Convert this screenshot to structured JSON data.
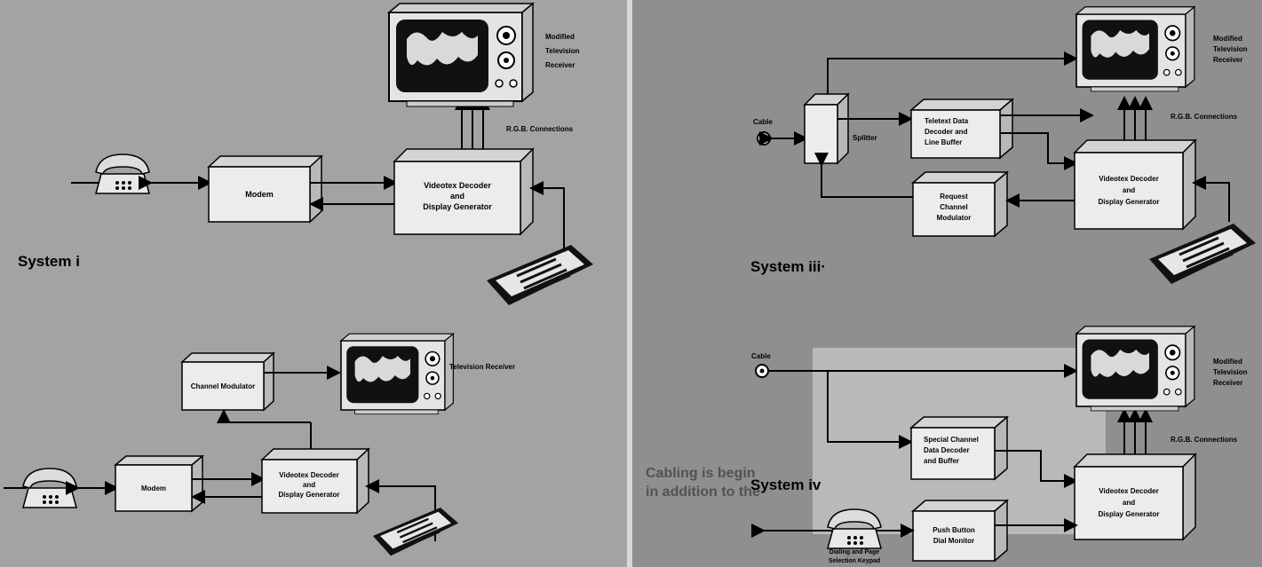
{
  "page": {
    "background_text": [
      "Cabling is begin",
      "in addition to the"
    ]
  },
  "system_i": {
    "caption": "System i",
    "modem": "Modem",
    "decoder": [
      "Videotex Decoder",
      "and",
      "Display Generator"
    ],
    "tv": [
      "Modified",
      "Television",
      "Receiver"
    ],
    "rgb": "R.G.B. Connections"
  },
  "system_ii": {
    "modulator": "Channel Modulator",
    "tv": "Television Receiver",
    "modem": "Modem",
    "decoder": [
      "Videotex Decoder",
      "and",
      "Display Generator"
    ]
  },
  "system_iii": {
    "caption": "System iii·",
    "cable": "Cable",
    "splitter": "Splitter",
    "teletext": [
      "Teletext Data",
      "Decoder and",
      "Line Buffer"
    ],
    "request": [
      "Request",
      "Channel",
      "Modulator"
    ],
    "decoder": [
      "Videotex Decoder",
      "and",
      "Display Generator"
    ],
    "tv": [
      "Modified",
      "Television",
      "Receiver"
    ],
    "rgb": "R.G.B. Connections"
  },
  "system_iv": {
    "caption": "System iv",
    "cable": "Cable",
    "special": [
      "Special Channel",
      "Data Decoder",
      "and Buffer"
    ],
    "pushbutton": [
      "Push Button",
      "Dial Monitor"
    ],
    "decoder": [
      "Videotex Decoder",
      "and",
      "Display Generator"
    ],
    "tv": [
      "Modified",
      "Television",
      "Receiver"
    ],
    "rgb": "R.G.B. Connections",
    "keypad": [
      "Dialing and Page",
      "Selection Keypad"
    ]
  }
}
